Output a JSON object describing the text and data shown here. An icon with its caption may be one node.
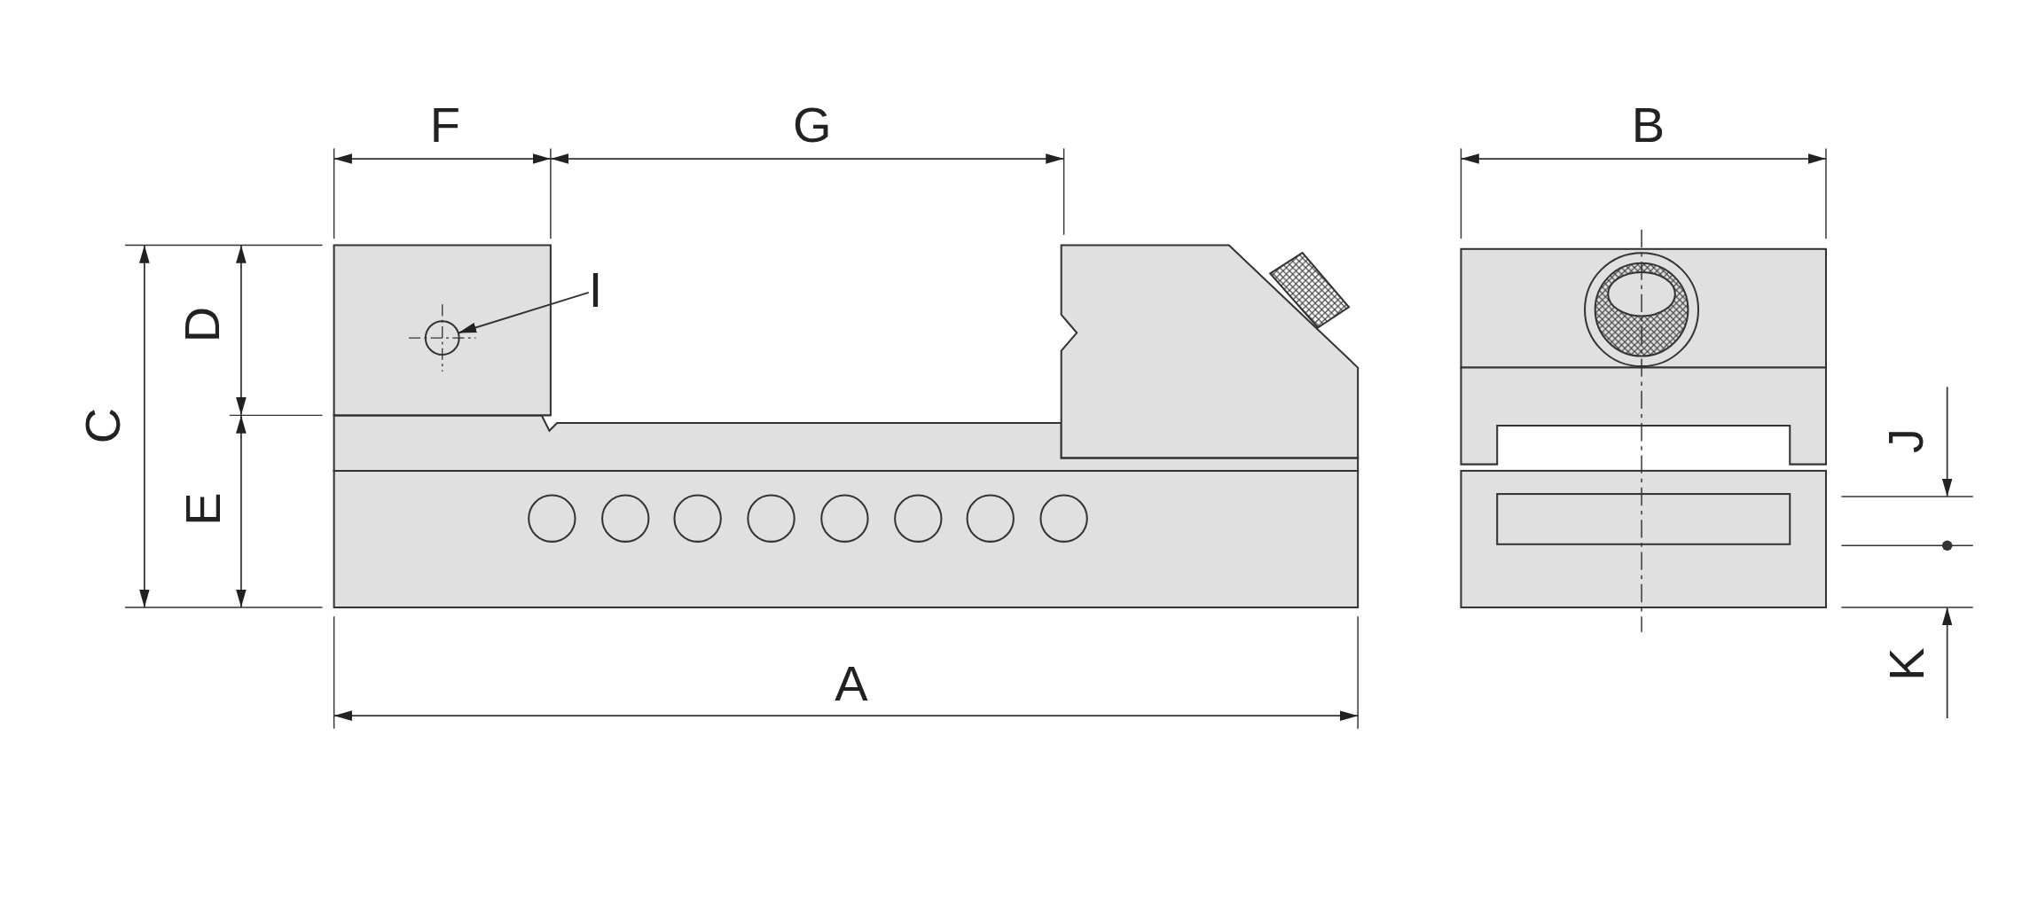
{
  "diagram": {
    "nodes": [
      {
        "text": [
          "I"
        ]
      },
      {
        "text": [],
        "shape": "circle"
      }
    ],
    "edges": [
      {
        "from": 0,
        "to": 1,
        "arrow": "to"
      }
    ],
    "labels": [
      "F",
      "G",
      "B",
      "D",
      "C",
      "J",
      "E",
      "K",
      "A"
    ]
  }
}
